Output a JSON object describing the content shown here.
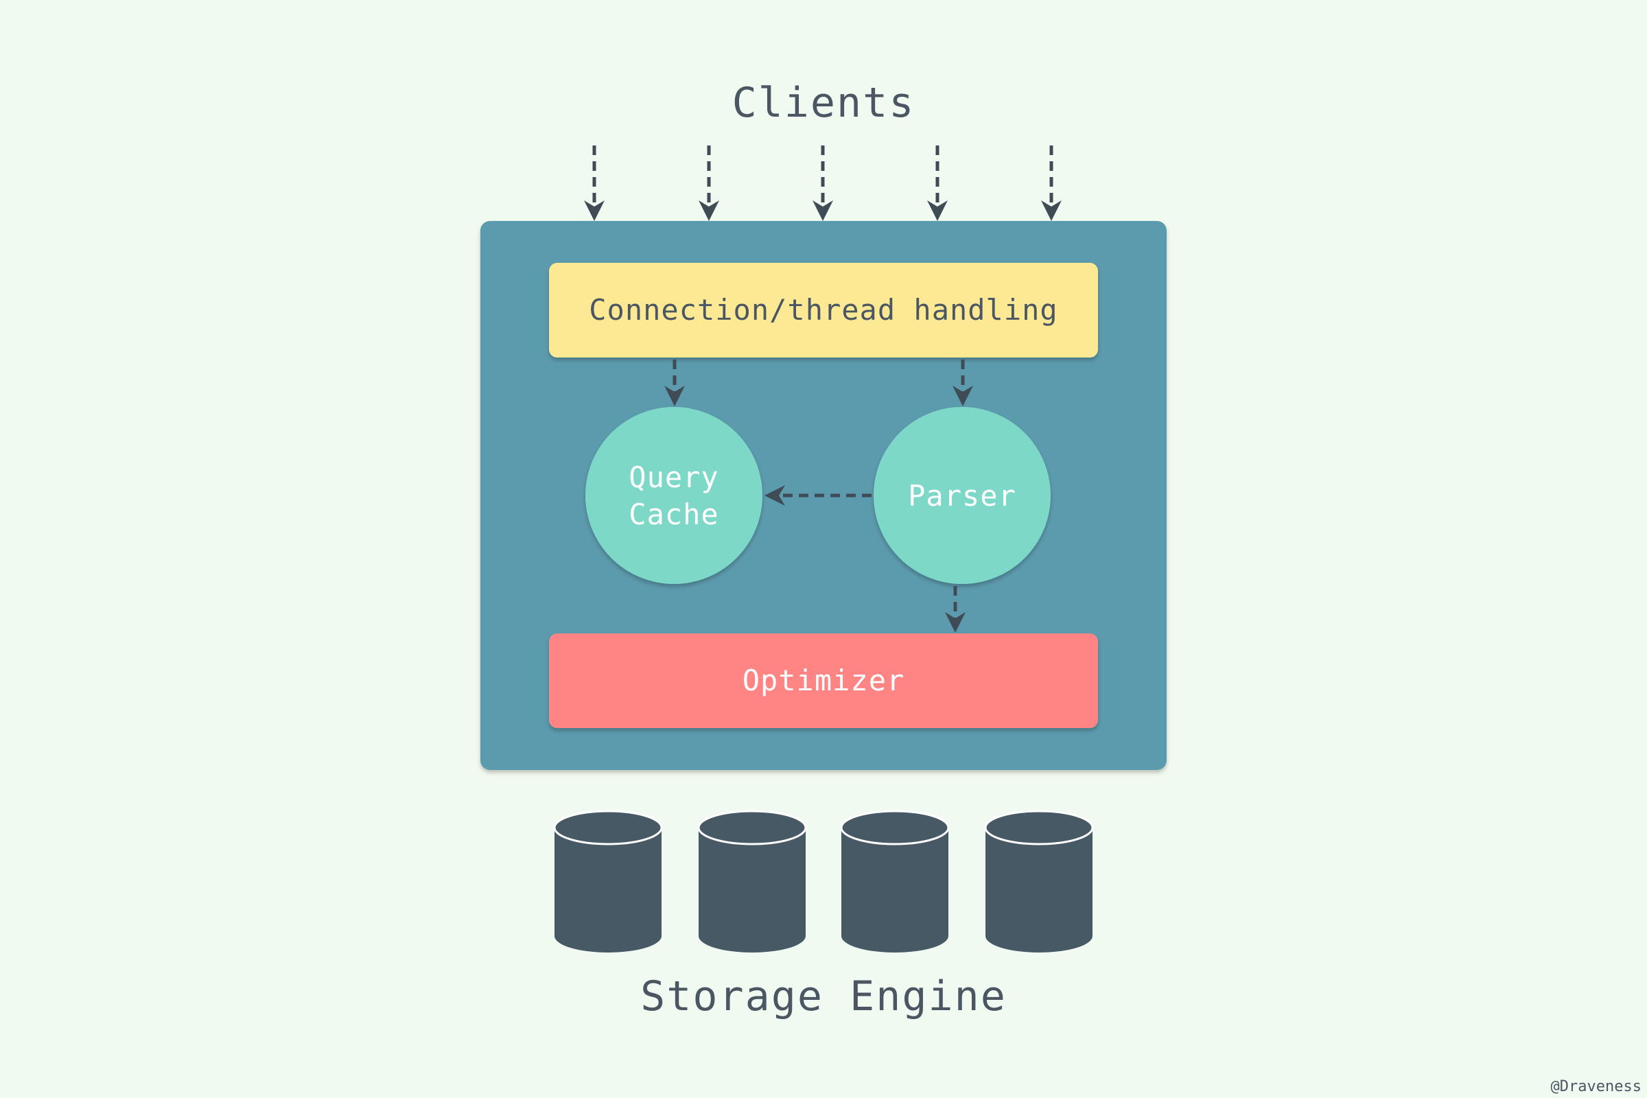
{
  "title_top": "Clients",
  "title_bottom": "Storage Engine",
  "credit": "@Draveness",
  "nodes": {
    "connection": {
      "label": "Connection/thread handling"
    },
    "query_cache": {
      "line1": "Query",
      "line2": "Cache"
    },
    "parser": {
      "label": "Parser"
    },
    "optimizer": {
      "label": "Optimizer"
    }
  },
  "storage_engine": {
    "cylinders": 4
  },
  "colors": {
    "background": "#f1faf0",
    "container": "#5b9aad",
    "connection": "#fde994",
    "circle": "#7dd8c8",
    "optimizer": "#ff8585",
    "cylinder": "#485966",
    "text_dark": "#4a5763",
    "text_light": "#ffffff",
    "arrow": "#3f4b55"
  }
}
